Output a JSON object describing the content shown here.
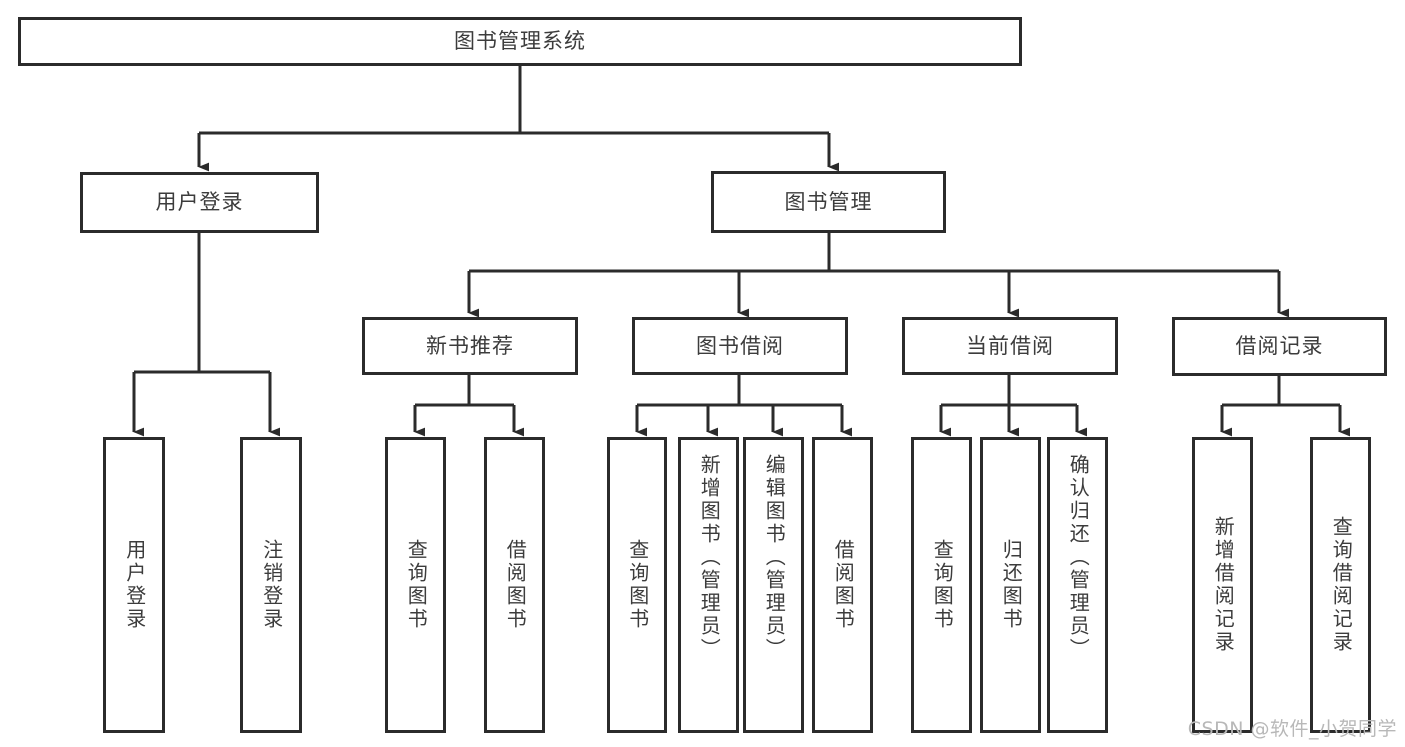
{
  "diagram": {
    "title": "图书管理系统",
    "type": "tree",
    "background_color": "#ffffff",
    "box_border_color": "#2b2b2b",
    "text_color": "#3c3c3c",
    "watermark": "CSDN @软件_小贺同学",
    "nodes": {
      "root": {
        "label": "图书管理系统"
      },
      "level1": [
        {
          "label": "用户登录"
        },
        {
          "label": "图书管理"
        }
      ],
      "level2": [
        {
          "label": "新书推荐"
        },
        {
          "label": "图书借阅"
        },
        {
          "label": "当前借阅"
        },
        {
          "label": "借阅记录"
        }
      ],
      "leaves": {
        "user_login": [
          {
            "label": "用户登录"
          },
          {
            "label": "注销登录"
          }
        ],
        "new_book_recommend": [
          {
            "label": "查询图书"
          },
          {
            "label": "借阅图书"
          }
        ],
        "book_borrow": [
          {
            "label": "查询图书"
          },
          {
            "label": "新增图书（管理员）"
          },
          {
            "label": "编辑图书（管理员）"
          },
          {
            "label": "借阅图书"
          }
        ],
        "current_borrow": [
          {
            "label": "查询图书"
          },
          {
            "label": "归还图书"
          },
          {
            "label": "确认归还（管理员）"
          }
        ],
        "borrow_record": [
          {
            "label": "新增借阅记录"
          },
          {
            "label": "查询借阅记录"
          }
        ]
      }
    }
  }
}
